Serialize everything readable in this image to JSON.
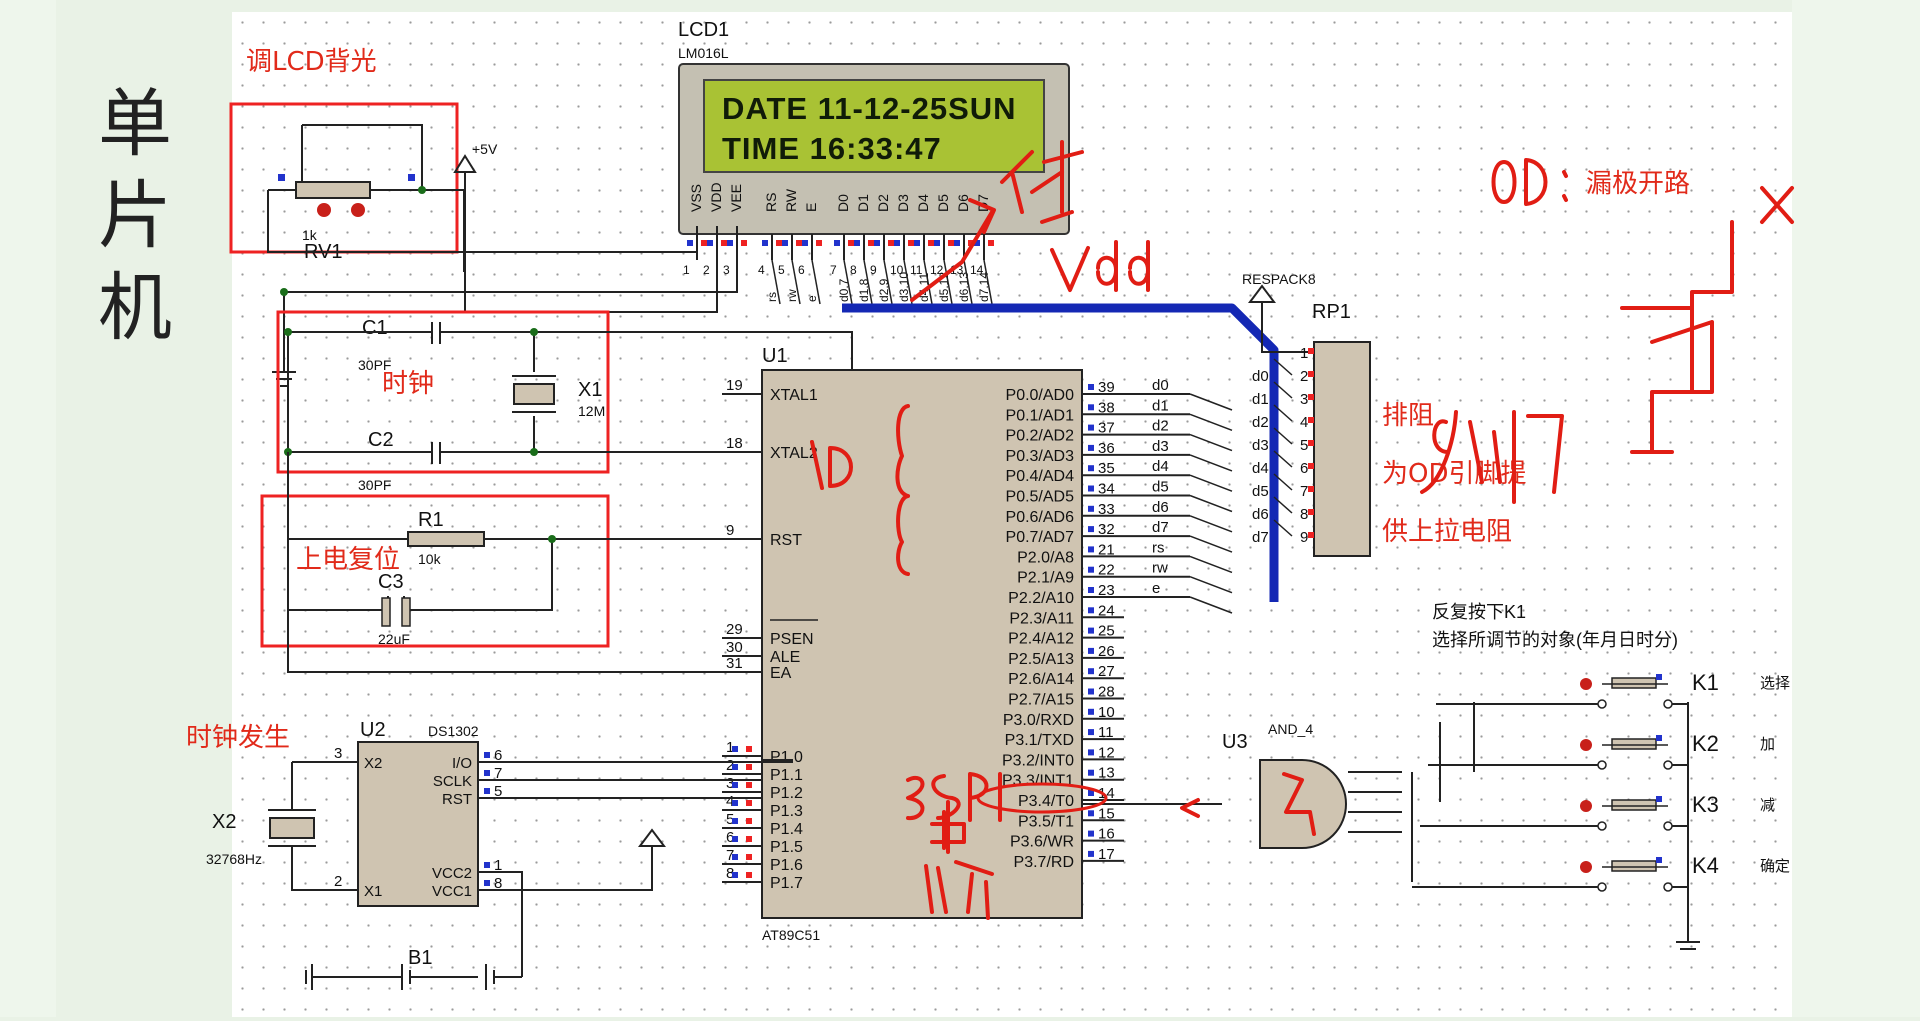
{
  "slide": {
    "side_title": "单\n片\n机"
  },
  "lcd": {
    "ref": "LCD1",
    "model": "LM016L",
    "line1": "DATE 11-12-25SUN",
    "line2": "TIME 16:33:47",
    "pins": [
      "VSS",
      "VDD",
      "VEE",
      "RS",
      "RW",
      "E",
      "D0",
      "D1",
      "D2",
      "D3",
      "D4",
      "D5",
      "D6",
      "D7"
    ],
    "pin_numbers": [
      "1",
      "2",
      "3",
      "4",
      "5",
      "6",
      "7",
      "8",
      "9",
      "10",
      "11",
      "12",
      "13",
      "14"
    ],
    "bus_nets": [
      "rs",
      "rw",
      "e",
      "d0.7",
      "d1.8",
      "d2.9",
      "d3.10",
      "d4.11",
      "d5.12",
      "d6.13",
      "d7.14"
    ]
  },
  "rv1": {
    "ref": "RV1",
    "value": "1k",
    "annotation": "调LCD背光"
  },
  "power": {
    "label": "+5V"
  },
  "clock": {
    "annotation": "时钟",
    "c1": {
      "ref": "C1",
      "value": "30PF"
    },
    "c2": {
      "ref": "C2",
      "value": "30PF"
    },
    "x1": {
      "ref": "X1",
      "value": "12M"
    }
  },
  "reset": {
    "annotation": "上电复位",
    "r1": {
      "ref": "R1",
      "value": "10k"
    },
    "c3": {
      "ref": "C3",
      "value": "22uF"
    }
  },
  "mcu": {
    "ref": "U1",
    "model": "AT89C51",
    "left_pins": [
      {
        "num": "19",
        "name": "XTAL1"
      },
      {
        "num": "18",
        "name": "XTAL2"
      },
      {
        "num": "9",
        "name": "RST"
      },
      {
        "num": "29",
        "name": "PSEN"
      },
      {
        "num": "30",
        "name": "ALE"
      },
      {
        "num": "31",
        "name": "EA"
      },
      {
        "num": "1",
        "name": "P1.0"
      },
      {
        "num": "2",
        "name": "P1.1"
      },
      {
        "num": "3",
        "name": "P1.2"
      },
      {
        "num": "4",
        "name": "P1.3"
      },
      {
        "num": "5",
        "name": "P1.4"
      },
      {
        "num": "6",
        "name": "P1.5"
      },
      {
        "num": "7",
        "name": "P1.6"
      },
      {
        "num": "8",
        "name": "P1.7"
      }
    ],
    "right_pins": [
      {
        "num": "39",
        "name": "P0.0/AD0",
        "net": "d0"
      },
      {
        "num": "38",
        "name": "P0.1/AD1",
        "net": "d1"
      },
      {
        "num": "37",
        "name": "P0.2/AD2",
        "net": "d2"
      },
      {
        "num": "36",
        "name": "P0.3/AD3",
        "net": "d3"
      },
      {
        "num": "35",
        "name": "P0.4/AD4",
        "net": "d4"
      },
      {
        "num": "34",
        "name": "P0.5/AD5",
        "net": "d5"
      },
      {
        "num": "33",
        "name": "P0.6/AD6",
        "net": "d6"
      },
      {
        "num": "32",
        "name": "P0.7/AD7",
        "net": "d7"
      },
      {
        "num": "21",
        "name": "P2.0/A8",
        "net": "rs"
      },
      {
        "num": "22",
        "name": "P2.1/A9",
        "net": "rw"
      },
      {
        "num": "23",
        "name": "P2.2/A10",
        "net": "e"
      },
      {
        "num": "24",
        "name": "P2.3/A11",
        "net": ""
      },
      {
        "num": "25",
        "name": "P2.4/A12",
        "net": ""
      },
      {
        "num": "26",
        "name": "P2.5/A13",
        "net": ""
      },
      {
        "num": "27",
        "name": "P2.6/A14",
        "net": ""
      },
      {
        "num": "28",
        "name": "P2.7/A15",
        "net": ""
      },
      {
        "num": "10",
        "name": "P3.0/RXD",
        "net": ""
      },
      {
        "num": "11",
        "name": "P3.1/TXD",
        "net": ""
      },
      {
        "num": "12",
        "name": "P3.2/INT0",
        "net": ""
      },
      {
        "num": "13",
        "name": "P3.3/INT1",
        "net": ""
      },
      {
        "num": "14",
        "name": "P3.4/T0",
        "net": ""
      },
      {
        "num": "15",
        "name": "P3.5/T1",
        "net": ""
      },
      {
        "num": "16",
        "name": "P3.6/WR",
        "net": ""
      },
      {
        "num": "17",
        "name": "P3.7/RD",
        "net": ""
      }
    ]
  },
  "rtc": {
    "annotation": "时钟发生",
    "ref": "U2",
    "model": "DS1302",
    "left_pins": [
      {
        "num": "3",
        "name": "X2"
      },
      {
        "num": "2",
        "name": "X1"
      }
    ],
    "right_pins": [
      {
        "num": "6",
        "name": "I/O"
      },
      {
        "num": "7",
        "name": "SCLK"
      },
      {
        "num": "5",
        "name": "RST"
      },
      {
        "num": "1",
        "name": "VCC2"
      },
      {
        "num": "8",
        "name": "VCC1"
      }
    ],
    "x2": {
      "ref": "X2",
      "value": "32768Hz"
    },
    "b1": {
      "ref": "B1"
    }
  },
  "rp1": {
    "ref": "RP1",
    "model": "RESPACK8",
    "pins": [
      {
        "num": "1",
        "net": ""
      },
      {
        "num": "2",
        "net": "d0"
      },
      {
        "num": "3",
        "net": "d1"
      },
      {
        "num": "4",
        "net": "d2"
      },
      {
        "num": "5",
        "net": "d3"
      },
      {
        "num": "6",
        "net": "d4"
      },
      {
        "num": "7",
        "net": "d5"
      },
      {
        "num": "8",
        "net": "d6"
      },
      {
        "num": "9",
        "net": "d7"
      }
    ],
    "annotation_lines": [
      "排阻",
      "为OD引脚提",
      "供上拉电阻"
    ]
  },
  "and_gate": {
    "ref": "U3",
    "model": "AND_4"
  },
  "keys": {
    "note_line1": "反复按下K1",
    "note_line2": "选择所调节的对象(年月日时分)",
    "items": [
      {
        "ref": "K1",
        "label": "选择"
      },
      {
        "ref": "K2",
        "label": "加"
      },
      {
        "ref": "K3",
        "label": "减"
      },
      {
        "ref": "K4",
        "label": "确定"
      }
    ]
  },
  "annotations": {
    "od_title": "漏极开路"
  },
  "colors": {
    "lcd_bezel": "#c4c0b2",
    "lcd_screen": "#a9c234",
    "bus": "#1428b4",
    "annotation_red": "#e12a1a",
    "chip_body": "#cfc4b1",
    "canvas": "#ffffff"
  }
}
